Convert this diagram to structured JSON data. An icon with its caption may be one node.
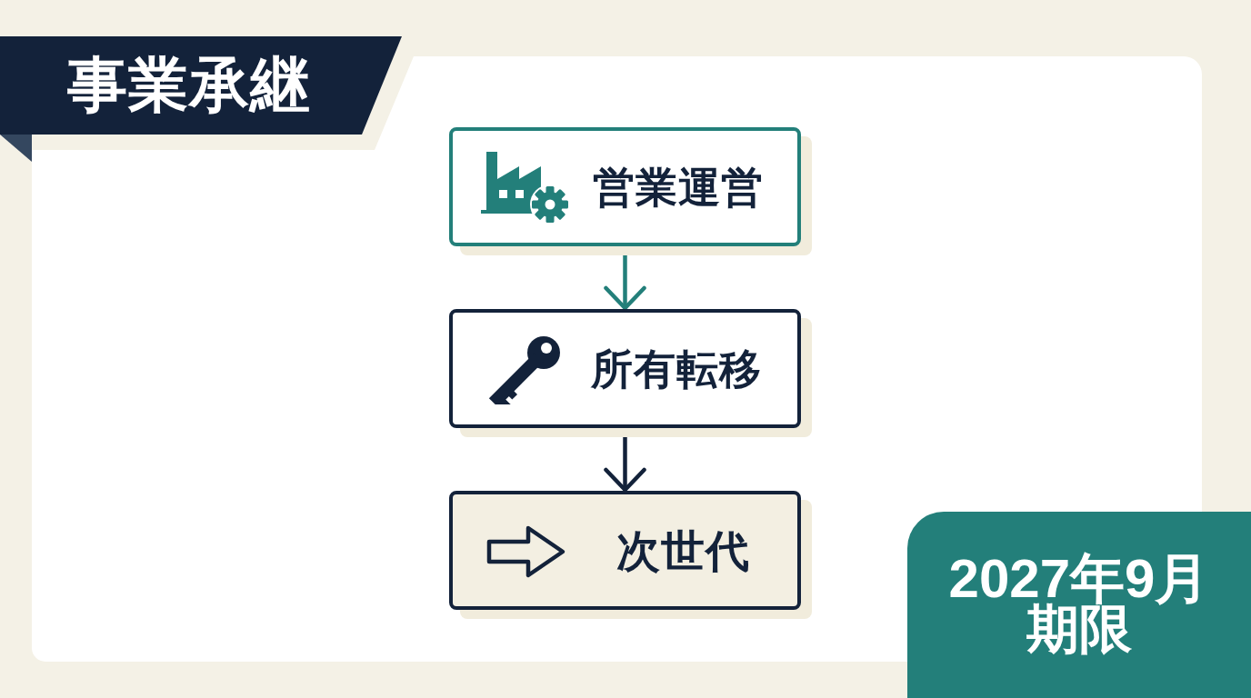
{
  "diagram": {
    "title": "事業承継",
    "nodes": [
      {
        "text": [
          "営業運営"
        ]
      },
      {
        "text": [
          "所有転移"
        ]
      },
      {
        "text": [
          "次世代"
        ]
      },
      {
        "text": [
          "2027年9月",
          "期限"
        ]
      }
    ],
    "edges": [
      {
        "from": 0,
        "to": 1,
        "arrow": "to",
        "color": "#237f7a"
      },
      {
        "from": 1,
        "to": 2,
        "arrow": "to",
        "color": "#13223a"
      }
    ]
  }
}
